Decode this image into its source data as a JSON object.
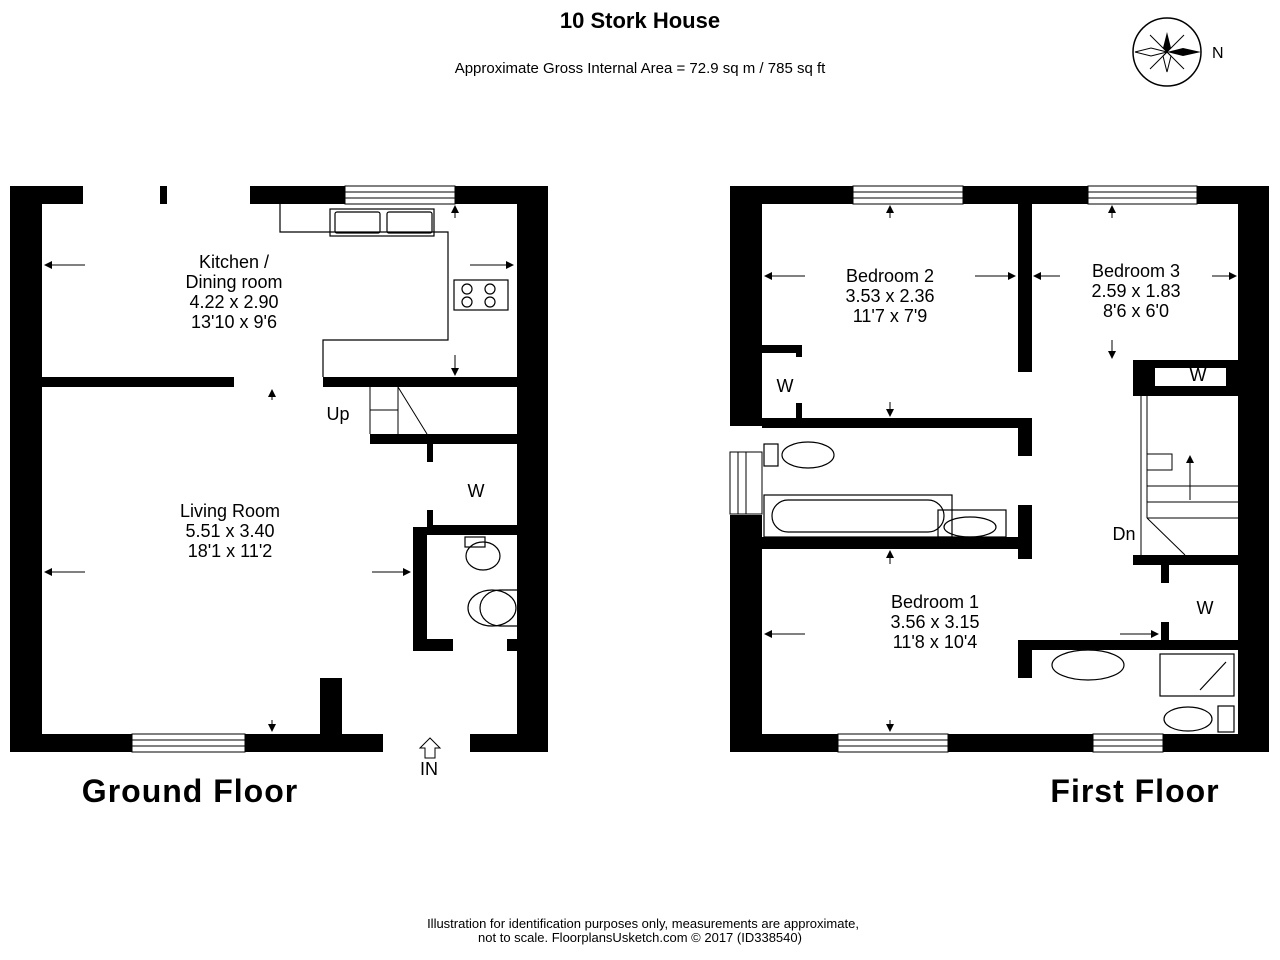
{
  "header": {
    "title": "10 Stork House",
    "area": "Approximate Gross Internal Area = 72.9 sq m / 785 sq ft",
    "compass_label": "N"
  },
  "ground_floor": {
    "label": "Ground Floor",
    "kitchen": {
      "line1": "Kitchen /",
      "line2": "Dining room",
      "metric": "4.22 x 2.90",
      "imperial": "13'10 x 9'6"
    },
    "living": {
      "name": "Living Room",
      "metric": "5.51 x 3.40",
      "imperial": "18'1 x 11'2"
    },
    "stairs_label": "Up",
    "wc_label": "W",
    "entrance_label": "IN"
  },
  "first_floor": {
    "label": "First Floor",
    "bedroom1": {
      "name": "Bedroom 1",
      "metric": "3.56 x 3.15",
      "imperial": "11'8 x 10'4"
    },
    "bedroom2": {
      "name": "Bedroom 2",
      "metric": "3.53 x 2.36",
      "imperial": "11'7 x 7'9"
    },
    "bedroom3": {
      "name": "Bedroom 3",
      "metric": "2.59 x 1.83",
      "imperial": "8'6 x 6'0"
    },
    "wardrobe_label": "W",
    "stairs_label": "Dn"
  },
  "footer": {
    "line1": "Illustration for identification purposes only, measurements are approximate,",
    "line2": "not to scale. FloorplansUsketch.com © 2017 (ID338540)"
  }
}
